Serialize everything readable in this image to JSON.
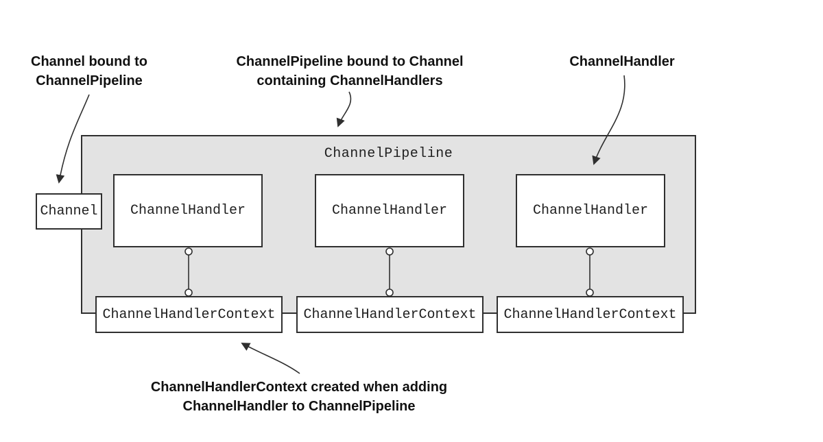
{
  "colors": {
    "background": "#ffffff",
    "pipeline_fill": "#e3e3e3",
    "box_fill": "#ffffff",
    "box_border": "#2f2f2f",
    "text": "#1f1f1f",
    "arrow": "#2f2f2f"
  },
  "annotations": {
    "channel_bound": "Channel bound to\nChannelPipeline",
    "pipeline_bound": "ChannelPipeline bound to Channel\ncontaining ChannelHandlers",
    "channel_handler": "ChannelHandler",
    "context_created": "ChannelHandlerContext created when adding\nChannelHandler to ChannelPipeline"
  },
  "pipeline": {
    "label": "ChannelPipeline",
    "channel": {
      "label": "Channel"
    },
    "handlers": [
      {
        "label": "ChannelHandler"
      },
      {
        "label": "ChannelHandler"
      },
      {
        "label": "ChannelHandler"
      }
    ],
    "contexts": [
      {
        "label": "ChannelHandlerContext"
      },
      {
        "label": "ChannelHandlerContext"
      },
      {
        "label": "ChannelHandlerContext"
      }
    ]
  }
}
